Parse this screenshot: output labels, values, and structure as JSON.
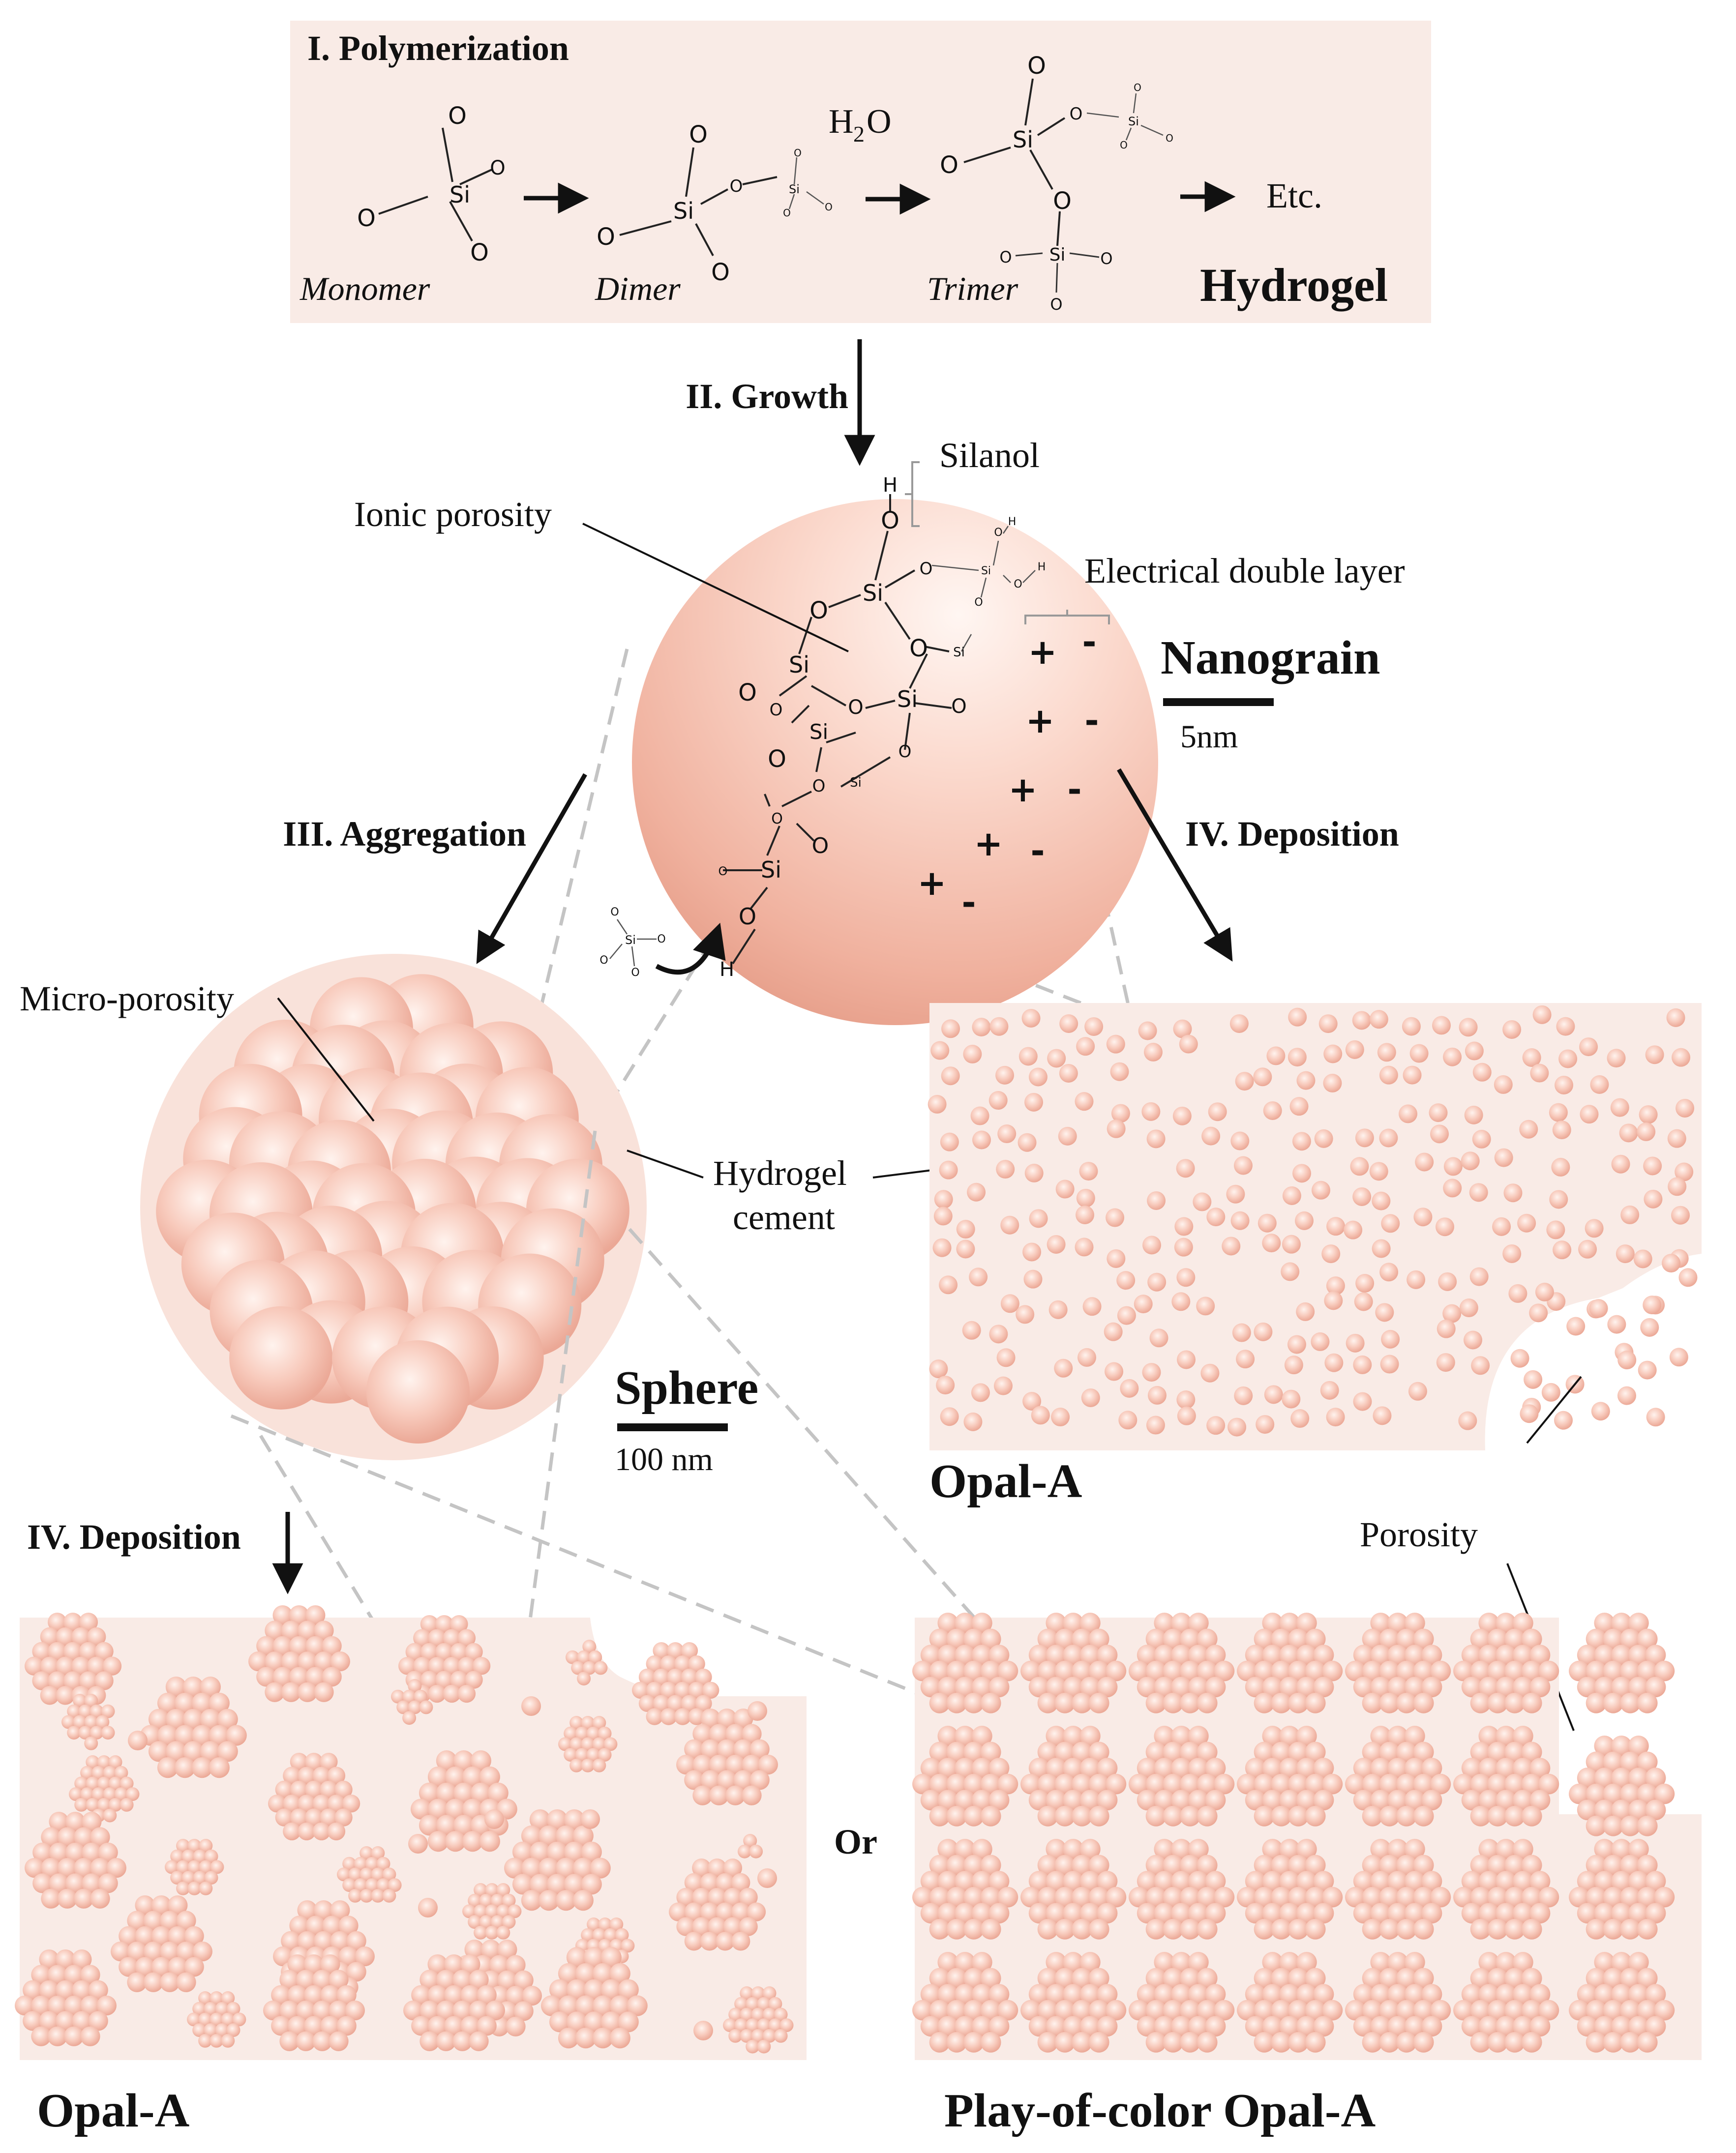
{
  "polymerization": {
    "title": "I. Polymerization",
    "water": "H",
    "water_sub": "2",
    "water_end": "O",
    "monomer": "Monomer",
    "dimer": "Dimer",
    "trimer": "Trimer",
    "etc": "Etc.",
    "hydrogel": "Hydrogel"
  },
  "chem": {
    "si": "Si",
    "o": "O",
    "h": "H",
    "plus": "+",
    "minus": "-"
  },
  "growth": {
    "title": "II. Growth",
    "silanol": "Silanol",
    "ionic_porosity": "Ionic porosity",
    "double_layer": "Electrical double layer",
    "nanograin": "Nanograin",
    "scale": "5nm"
  },
  "aggregation": {
    "title": "III. Aggregation",
    "micro_porosity": "Micro-porosity",
    "hydrogel_cement_1": "Hydrogel",
    "hydrogel_cement_2": "cement",
    "sphere": "Sphere",
    "scale": "100 nm"
  },
  "deposition": {
    "title_right": "IV. Deposition",
    "title_left": "IV. Deposition",
    "opal_a_top": "Opal-A",
    "porosity": "Porosity",
    "or": "Or",
    "opal_a_bottom": "Opal-A",
    "play_of_color": "Play-of-color Opal-A"
  },
  "colors": {
    "panel_bg": "#f9ebe6",
    "grain": "#f2b4a4",
    "grain_light": "#fde8e1",
    "dash": "#bcbcbc",
    "ink": "#111111"
  }
}
